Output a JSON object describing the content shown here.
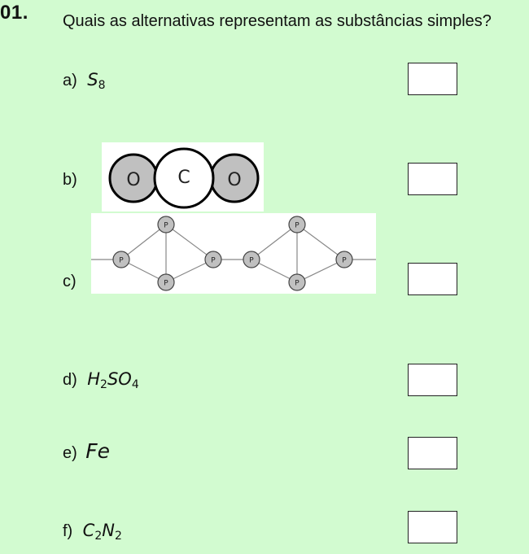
{
  "question": {
    "number": "01.",
    "text": "Quais as alternativas representam as substâncias simples?"
  },
  "options": [
    {
      "label": "a)",
      "formula_main": "S",
      "formula_sub": "8"
    },
    {
      "label": "b)",
      "atoms": [
        "O",
        "C",
        "O"
      ]
    },
    {
      "label": "c)",
      "atom_symbol": "P"
    },
    {
      "label": "d)",
      "formula_parts": [
        "H",
        "2",
        "SO",
        "4"
      ]
    },
    {
      "label": "e)",
      "formula_main": "Fe"
    },
    {
      "label": "f)",
      "formula_parts": [
        "C",
        "2",
        "N",
        "2"
      ]
    }
  ],
  "colors": {
    "background": "#d2fbd0",
    "atom_gray": "#c0c0c0",
    "box_fill": "#ffffff"
  }
}
